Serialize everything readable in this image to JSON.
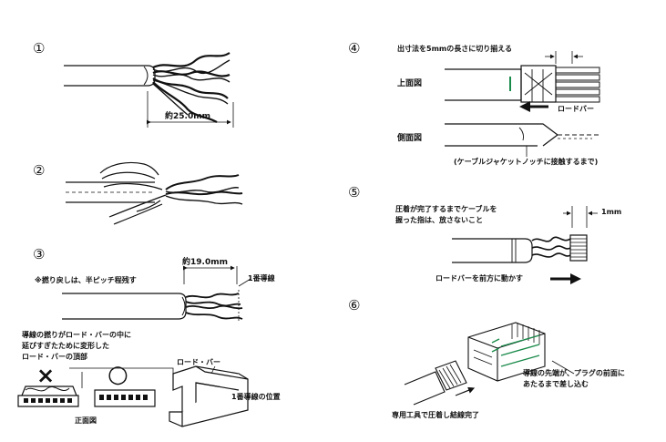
{
  "steps": {
    "s1": {
      "num": "①",
      "dim": "約25.0mm"
    },
    "s2": {
      "num": "②"
    },
    "s3": {
      "num": "③",
      "dim": "約19.0mm",
      "note": "※撚り戻しは、半ピッチ程残す",
      "wire1": "1番導線",
      "warn_line1": "導線の撚りがロード・バーの中に",
      "warn_line2": "延びすぎたために変形した",
      "warn_line3": "ロード・バーの頂部",
      "bad_mark": "×",
      "good_mark": "○",
      "front_view": "正面図",
      "load_bar": "ロード・バー",
      "wire1_pos": "1番導線の位置"
    },
    "s4": {
      "num": "④",
      "trim": "出寸法を5mmの長さに切り揃える",
      "top_view": "上面図",
      "load_bar": "ロードバー",
      "side_view": "側面図",
      "notch": "(ケーブルジャケットノッチに接触するまで)"
    },
    "s5": {
      "num": "⑤",
      "hold_line1": "圧着が完了するまでケーブルを",
      "hold_line2": "握った指は、放さないこと",
      "dim": "1mm",
      "move": "ロードバーを前方に動かす"
    },
    "s6": {
      "num": "⑥",
      "insert_line1": "導線の先端が、プラグの前面に",
      "insert_line2": "あたるまで差し込む",
      "crimp": "専用工具で圧着し結線完了"
    }
  },
  "colors": {
    "line": "#111111",
    "accent_green": "#1a8a4a",
    "paper": "#ffffff"
  }
}
